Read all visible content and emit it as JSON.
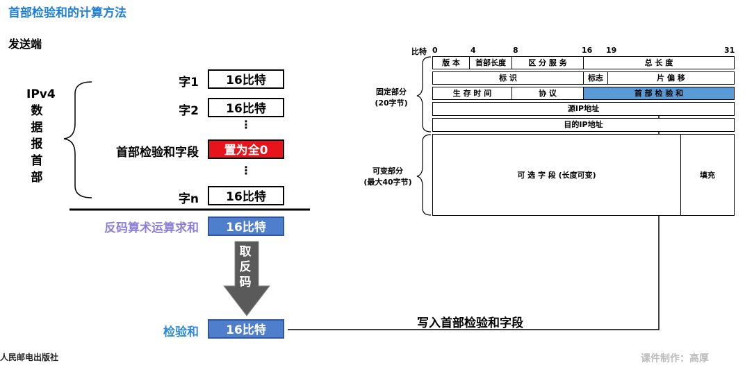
{
  "page_title": "首部检验和的计算方法",
  "sender_label": "发送端",
  "vertical_label": [
    "IPv4",
    "数",
    "据",
    "报",
    "首",
    "部"
  ],
  "word_rows": [
    {
      "label": "字1",
      "value": "16比特"
    },
    {
      "label": "字2",
      "value": "16比特"
    },
    {
      "label": "首部检验和字段",
      "value": "置为全0"
    },
    {
      "label": "字n",
      "value": "16比特"
    }
  ],
  "dots": "⋮",
  "sum_row": {
    "label": "反码算术运算求和",
    "value": "16比特"
  },
  "invert_arrow_text": [
    "取",
    "反",
    "码"
  ],
  "checksum_row": {
    "label": "检验和",
    "value": "16比特"
  },
  "write_in_label": "写入首部检验和字段",
  "publisher": "人民邮电出版社",
  "credit": "课件制作：高厚",
  "ip_header": {
    "bit_label": "比特",
    "bit_ticks": [
      "0",
      "4",
      "8",
      "16",
      "19",
      "31"
    ],
    "fixed_part_label": [
      "固定部分",
      "(20字节)"
    ],
    "variable_part_label": [
      "可变部分",
      "(最大40字节)"
    ],
    "row1": [
      "版 本",
      "首部长度",
      "区 分 服 务",
      "总 长 度"
    ],
    "row2": [
      "标 识",
      "标志",
      "片 偏 移"
    ],
    "row3": [
      "生 存 时 间",
      "协 议",
      "首 部 检 验 和"
    ],
    "row4": "源IP地址",
    "row5": "目的IP地址",
    "options": "可 选 字 段 (长度可变)",
    "padding": "填充",
    "highlight_color": "#5b9bd5"
  },
  "colors": {
    "title": "#1f7fd6",
    "zero_box": "#e8141b",
    "sum_box": "#4f7fcc",
    "sum_label": "#8e7fd6",
    "checksum_label": "#2c8ad8",
    "arrow": "#5a5a5a"
  }
}
